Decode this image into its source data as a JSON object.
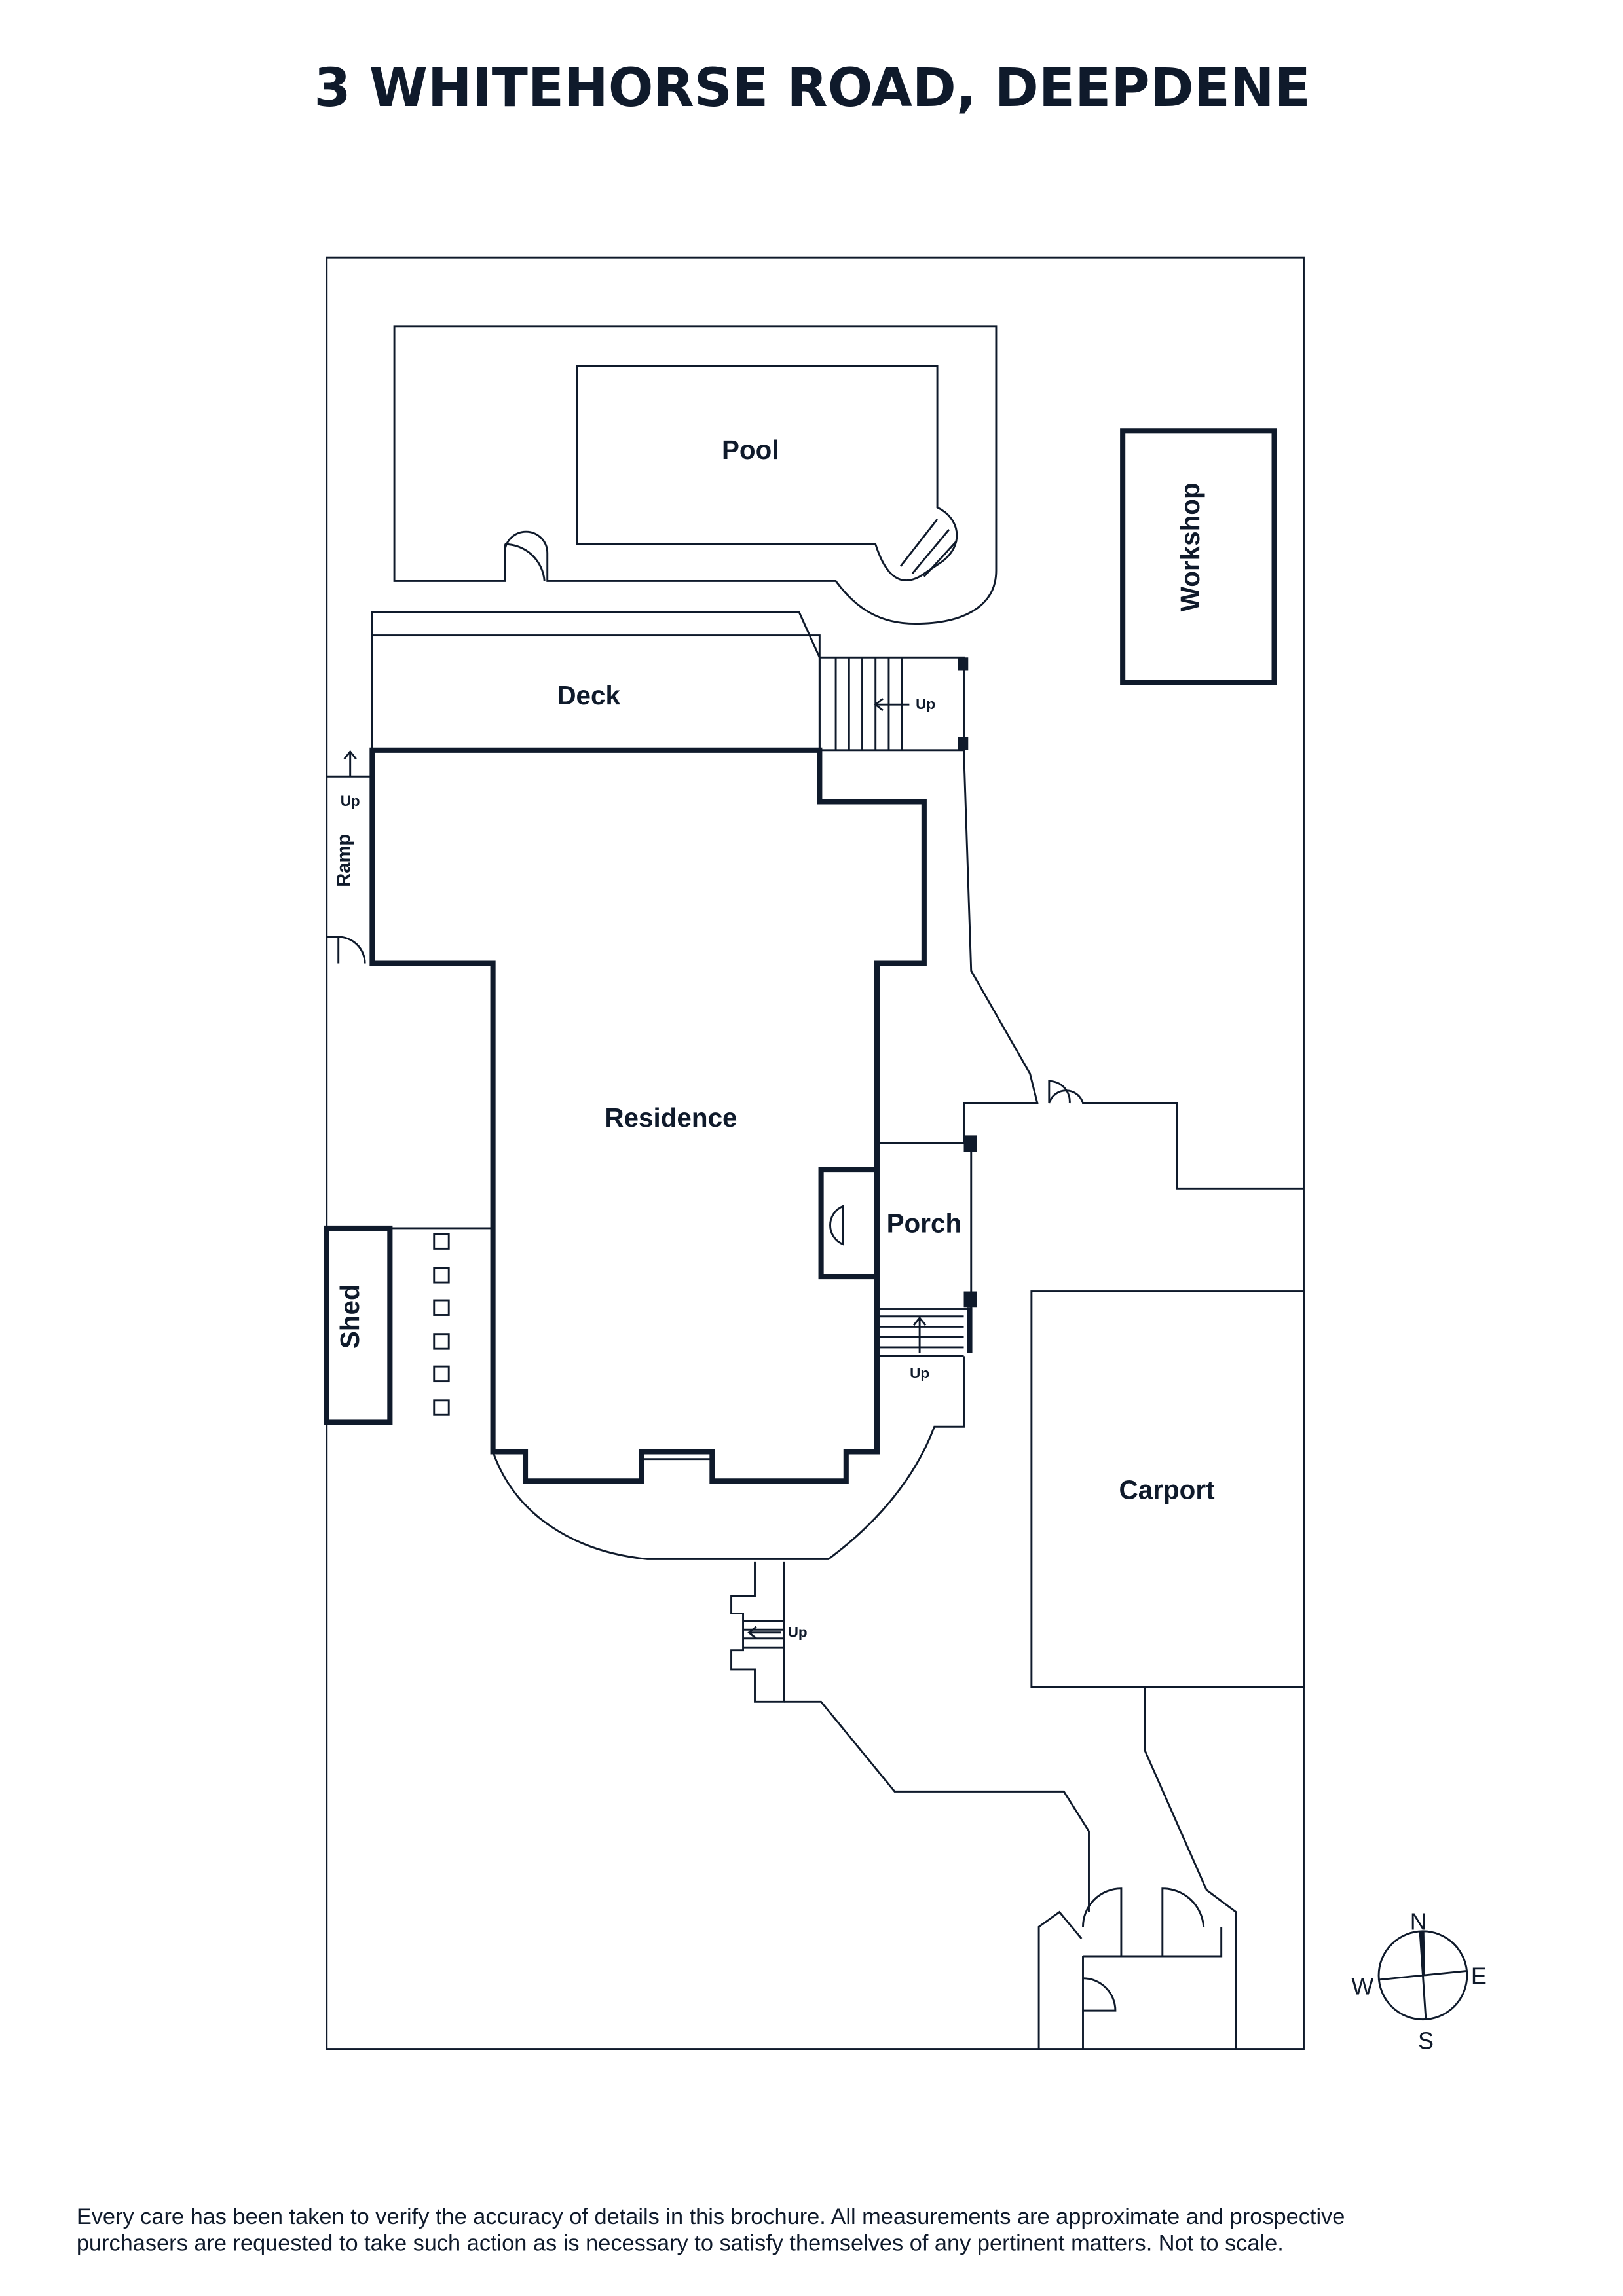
{
  "title": "3 WHITEHORSE ROAD, DEEPDENE",
  "labels": {
    "pool": "Pool",
    "workshop": "Workshop",
    "deck": "Deck",
    "up": "Up",
    "ramp": "Ramp",
    "residence": "Residence",
    "porch": "Porch",
    "shed": "Shed",
    "carport": "Carport"
  },
  "compass": {
    "n": "N",
    "e": "E",
    "s": "S",
    "w": "W"
  },
  "disclaimer": {
    "line1": "Every care has been taken to verify the accuracy of details in this brochure. All measurements are approximate and prospective",
    "line2": "purchasers are requested to take such action as is necessary to satisfy themselves of any pertinent matters. Not to scale."
  },
  "colors": {
    "ink": "#0f1a2b"
  }
}
